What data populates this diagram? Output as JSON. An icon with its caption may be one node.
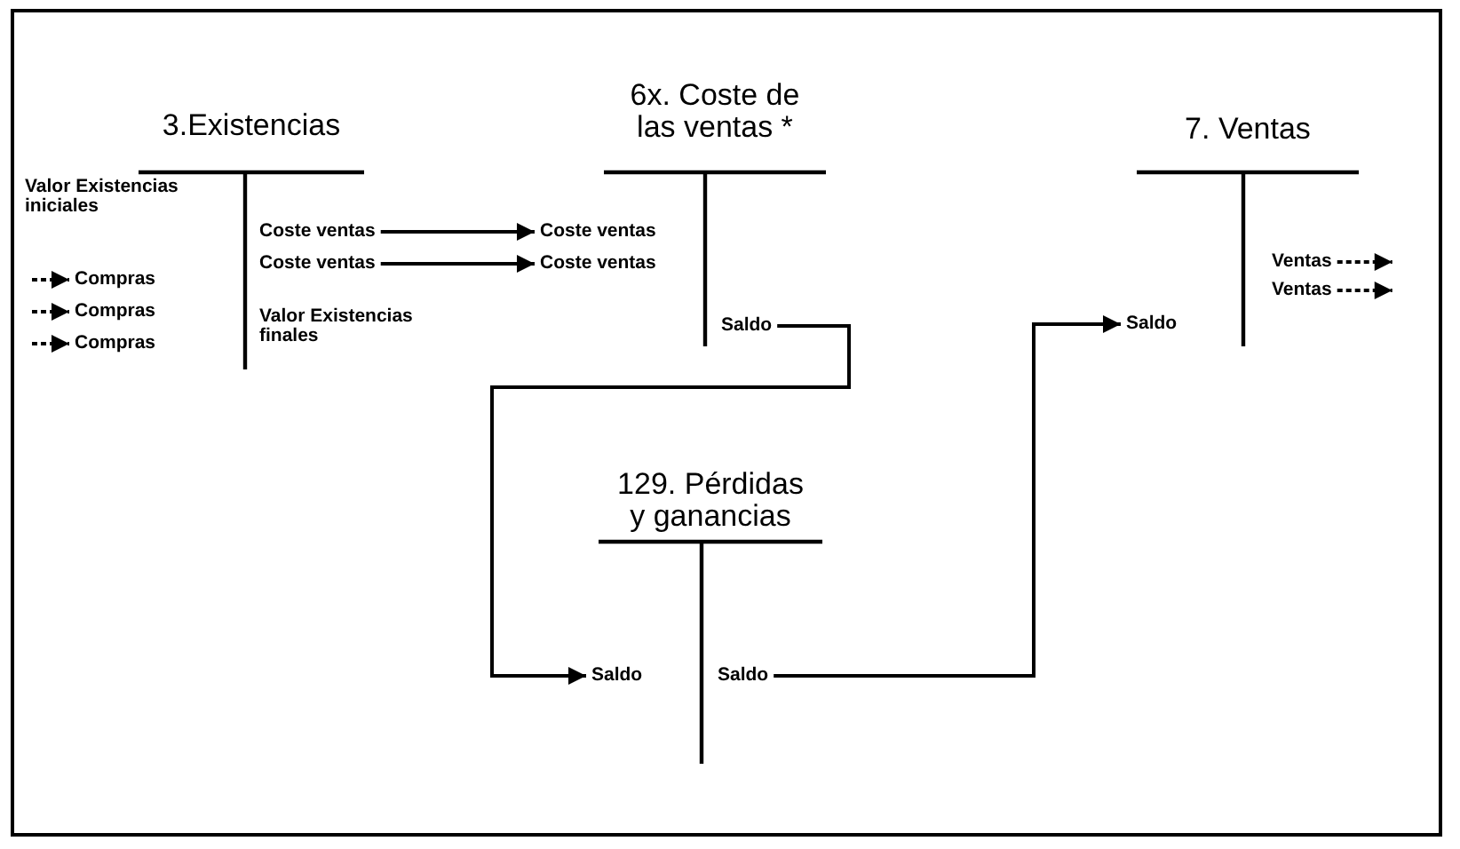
{
  "diagram": {
    "nodes": [
      {
        "text": [
          "3.Existencias"
        ]
      },
      {
        "text": [
          "Valor Existencias iniciales"
        ],
        "in": 0
      },
      {
        "text": [
          "Compras"
        ],
        "in": 0
      },
      {
        "text": [
          "Compras"
        ],
        "in": 0
      },
      {
        "text": [
          "Compras"
        ],
        "in": 0
      },
      {
        "text": [
          "Coste ventas"
        ],
        "in": 0
      },
      {
        "text": [
          "Coste ventas"
        ],
        "in": 0
      },
      {
        "text": [
          "Valor Existencias finales"
        ],
        "in": 0
      },
      {
        "text": [
          "6x. Coste de las ventas *"
        ]
      },
      {
        "text": [
          "Coste ventas"
        ],
        "in": 8
      },
      {
        "text": [
          "Coste ventas"
        ],
        "in": 8
      },
      {
        "text": [
          "Saldo"
        ],
        "in": 8
      },
      {
        "text": [
          "7. Ventas"
        ]
      },
      {
        "text": [
          "Saldo"
        ],
        "in": 12
      },
      {
        "text": [
          "Ventas"
        ],
        "in": 12
      },
      {
        "text": [
          "Ventas"
        ],
        "in": 12
      },
      {
        "text": [
          "129. Pérdidas y ganancias"
        ]
      },
      {
        "text": [
          "Saldo"
        ],
        "in": 16
      },
      {
        "text": [
          "Saldo"
        ],
        "in": 16
      }
    ],
    "edges": [
      {
        "from": null,
        "to": 2,
        "arrow": "to",
        "style": "dashed"
      },
      {
        "from": null,
        "to": 3,
        "arrow": "to",
        "style": "dashed"
      },
      {
        "from": null,
        "to": 4,
        "arrow": "to",
        "style": "dashed"
      },
      {
        "from": 5,
        "to": 9,
        "arrow": "to"
      },
      {
        "from": 6,
        "to": 10,
        "arrow": "to"
      },
      {
        "from": 11,
        "to": 17,
        "arrow": "to"
      },
      {
        "from": 18,
        "to": 13,
        "arrow": "to"
      },
      {
        "from": 14,
        "to": null,
        "arrow": "to",
        "style": "dashed"
      },
      {
        "from": 15,
        "to": null,
        "arrow": "to",
        "style": "dashed"
      }
    ]
  }
}
